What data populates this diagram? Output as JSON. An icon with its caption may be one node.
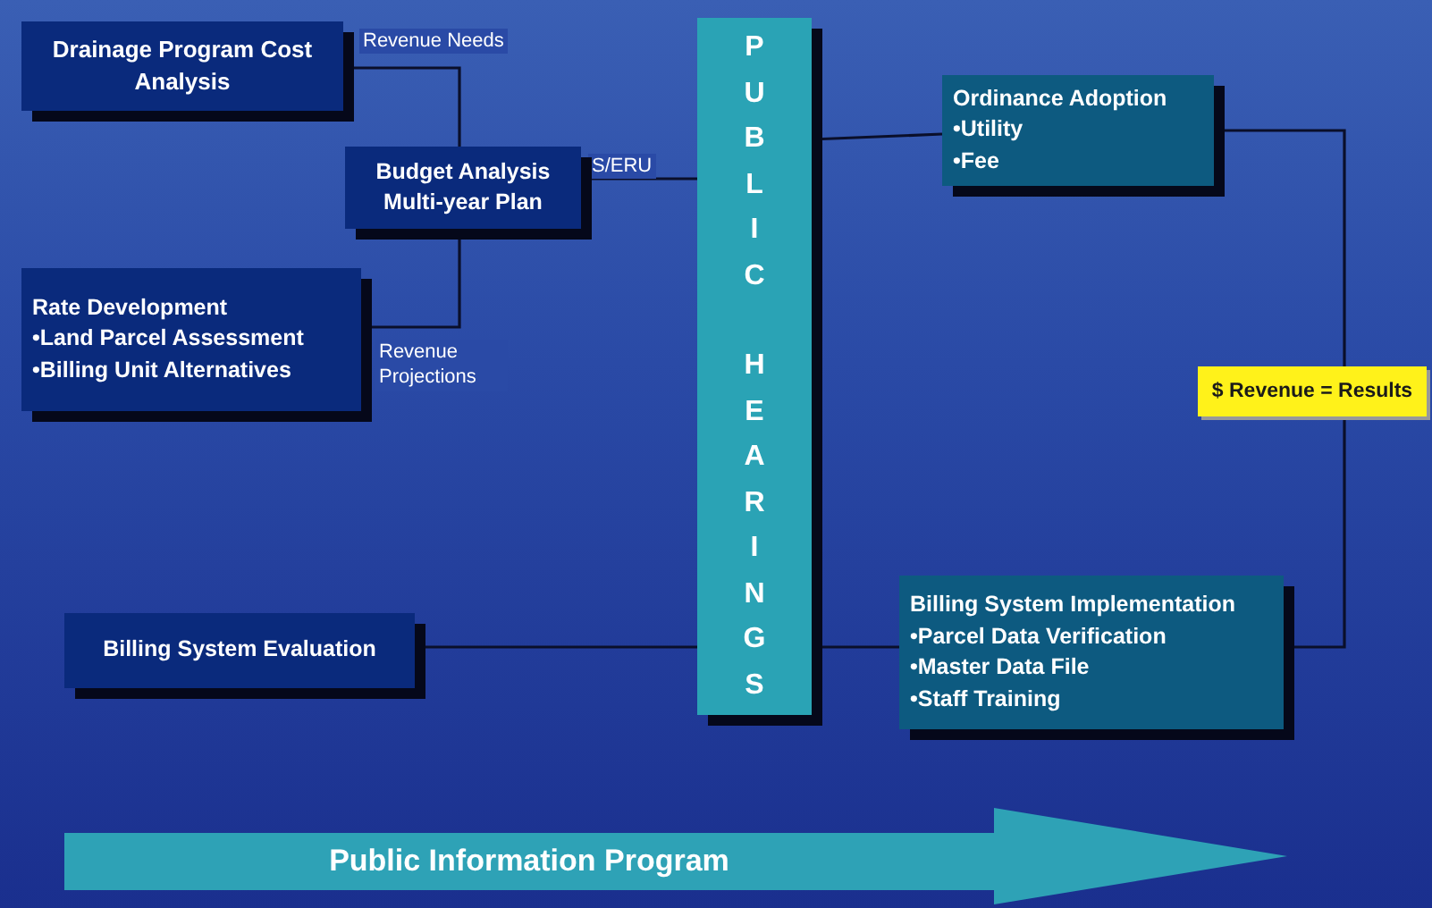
{
  "diagram": {
    "nodes": [
      {
        "text": [
          "Drainage Program Cost Analysis"
        ]
      },
      {
        "text": [
          "Budget Analysis Multi-year Plan"
        ]
      },
      {
        "text": [
          "Rate Development",
          "•Land Parcel Assessment",
          "•Billing Unit Alternatives"
        ]
      },
      {
        "text": [
          "PUBLIC HEARINGS"
        ]
      },
      {
        "text": [
          "Ordinance Adoption",
          "•Utility",
          "•Fee"
        ]
      },
      {
        "text": [
          "$ Revenue = Results"
        ]
      },
      {
        "text": [
          "Billing System Evaluation"
        ]
      },
      {
        "text": [
          "Billing System Implementation",
          "•Parcel Data Verification",
          "•Master Data File",
          "•Staff Training"
        ]
      },
      {
        "text": [
          "Public Information Program"
        ]
      }
    ],
    "edges": [
      {
        "from": 0,
        "to": 1,
        "arrow": "none",
        "label": "Revenue Needs"
      },
      {
        "from": 2,
        "to": 1,
        "arrow": "none",
        "label": "Revenue Projections"
      },
      {
        "from": 1,
        "to": 3,
        "arrow": "none",
        "label": "S/ERU"
      },
      {
        "from": 3,
        "to": 4,
        "arrow": "none"
      },
      {
        "from": 4,
        "to": 5,
        "arrow": "none"
      },
      {
        "from": 6,
        "to": 3,
        "arrow": "none"
      },
      {
        "from": 3,
        "to": 7,
        "arrow": "none"
      },
      {
        "from": 7,
        "to": 5,
        "arrow": "none"
      }
    ]
  }
}
